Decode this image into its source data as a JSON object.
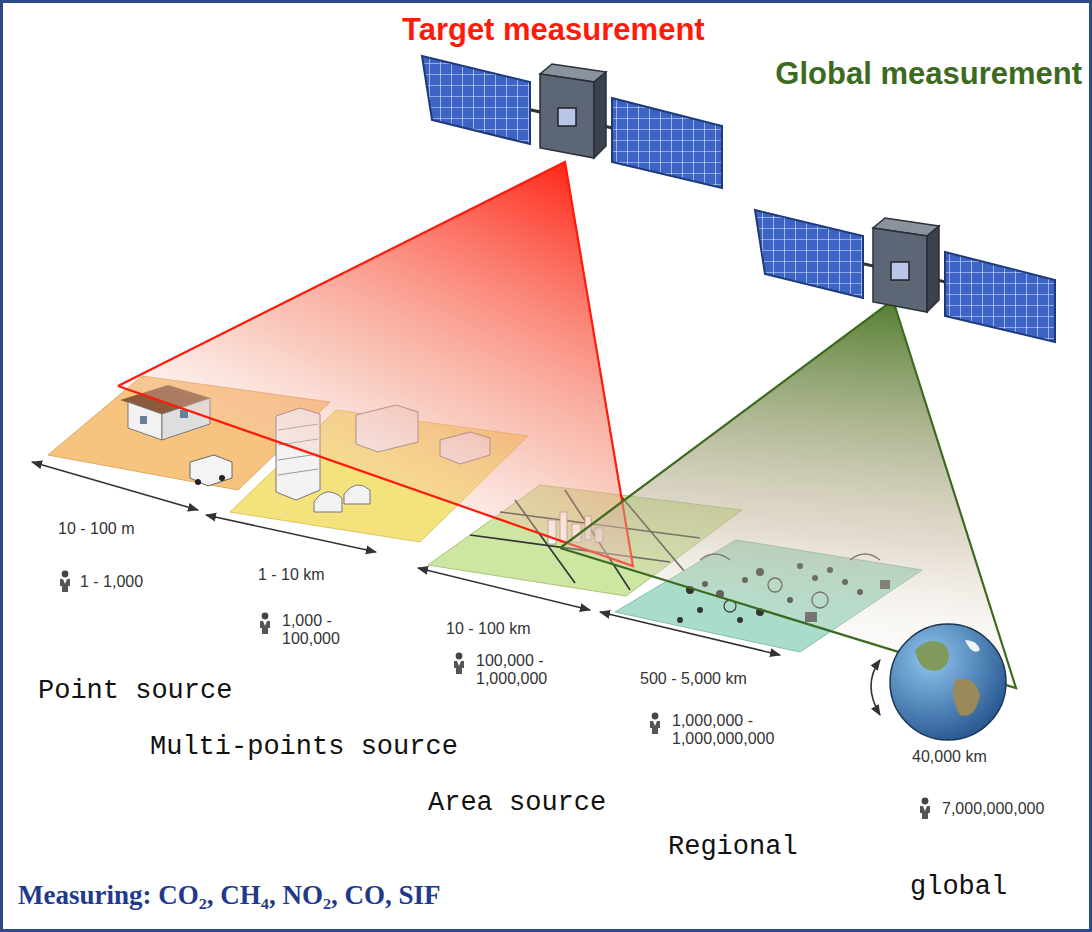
{
  "diagram": {
    "caption": "Measuring: CO₂, CH₄, NO₂, CO, SIF",
    "labels": [
      "Target measurement",
      "Global measurement",
      "10 - 100 m",
      "1 - 1,000",
      "1 - 10 km",
      "1,000 - 100,000",
      "Point source",
      "10 - 100 km",
      "100,000 - 1,000,000",
      "Multi-points source",
      "500 - 5,000 km",
      "1,000,000 - 1,000,000,000",
      "Area source",
      "40,000 km",
      "7,000,000,000",
      "Regional",
      "global"
    ]
  }
}
